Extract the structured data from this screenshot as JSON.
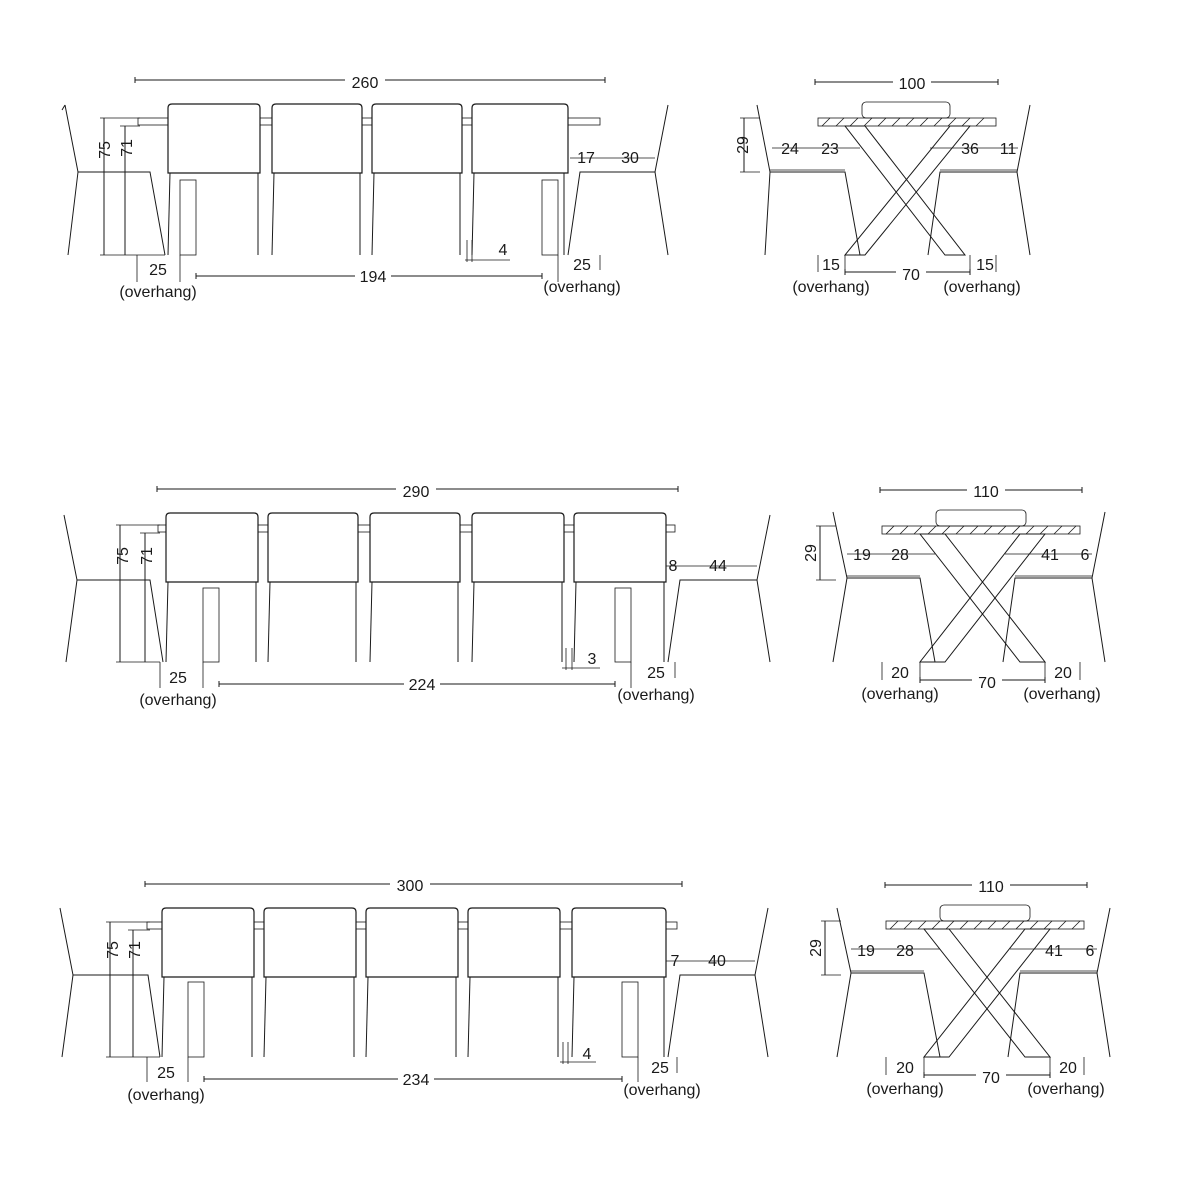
{
  "variants": [
    {
      "side": {
        "length": "260",
        "height": "75",
        "height_inner": "71",
        "chair_gap": "17",
        "chair_seat": "30",
        "overhang_left": "25",
        "overhang_right": "25",
        "span": "194",
        "leg": "4",
        "overhang_word": "(overhang)"
      },
      "end": {
        "width": "100",
        "height": "29",
        "a": "24",
        "b": "23",
        "c": "36",
        "d": "11",
        "overhang_left": "15",
        "overhang_right": "15",
        "span": "70",
        "overhang_word": "(overhang)"
      }
    },
    {
      "side": {
        "length": "290",
        "height": "75",
        "height_inner": "71",
        "chair_gap": "8",
        "chair_seat": "44",
        "overhang_left": "25",
        "overhang_right": "25",
        "span": "224",
        "leg": "3",
        "overhang_word": "(overhang)"
      },
      "end": {
        "width": "110",
        "height": "29",
        "a": "19",
        "b": "28",
        "c": "41",
        "d": "6",
        "overhang_left": "20",
        "overhang_right": "20",
        "span": "70",
        "overhang_word": "(overhang)"
      }
    },
    {
      "side": {
        "length": "300",
        "height": "75",
        "height_inner": "71",
        "chair_gap": "7",
        "chair_seat": "40",
        "overhang_left": "25",
        "overhang_right": "25",
        "span": "234",
        "leg": "4",
        "overhang_word": "(overhang)"
      },
      "end": {
        "width": "110",
        "height": "29",
        "a": "19",
        "b": "28",
        "c": "41",
        "d": "6",
        "overhang_left": "20",
        "overhang_right": "20",
        "span": "70",
        "overhang_word": "(overhang)"
      }
    }
  ]
}
